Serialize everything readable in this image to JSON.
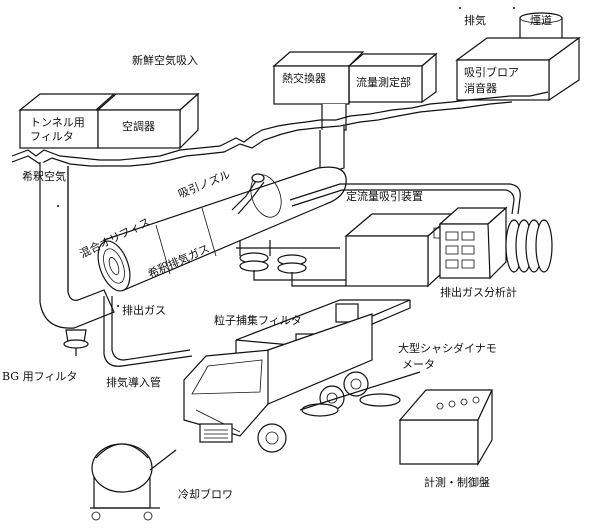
{
  "labels": {
    "exhaust": "排気",
    "chimney": "煙道",
    "fresh_air_intake": "新鮮空気吸入",
    "heat_exchanger": "熱交換器",
    "flow_meter": "流量測定部",
    "blower_muffler_1": "吸引ブロア",
    "blower_muffler_2": "消音器",
    "tunnel_filter_1": "トンネル用",
    "tunnel_filter_2": "フィルタ",
    "air_conditioner": "空調器",
    "dilution_air": "希釈空気",
    "suction_nozzle": "吸引ノズル",
    "cvs_device": "定流量吸引装置",
    "mixing_orifice": "混合オリフィス",
    "diluted_exhaust": "希釈排気ガス",
    "exhaust_analyzer": "排出ガス分析計",
    "exhaust_gas": "排出ガス",
    "particle_filter": "粒子捕集フィルタ",
    "chassis_dyno_1": "大型シャシダイナモ",
    "chassis_dyno_2": "メータ",
    "bg_filter": "BG 用フィルタ",
    "exhaust_pipe": "排気導入管",
    "cooling_blower": "冷却ブロワ",
    "control_panel": "計測・制御盤"
  }
}
